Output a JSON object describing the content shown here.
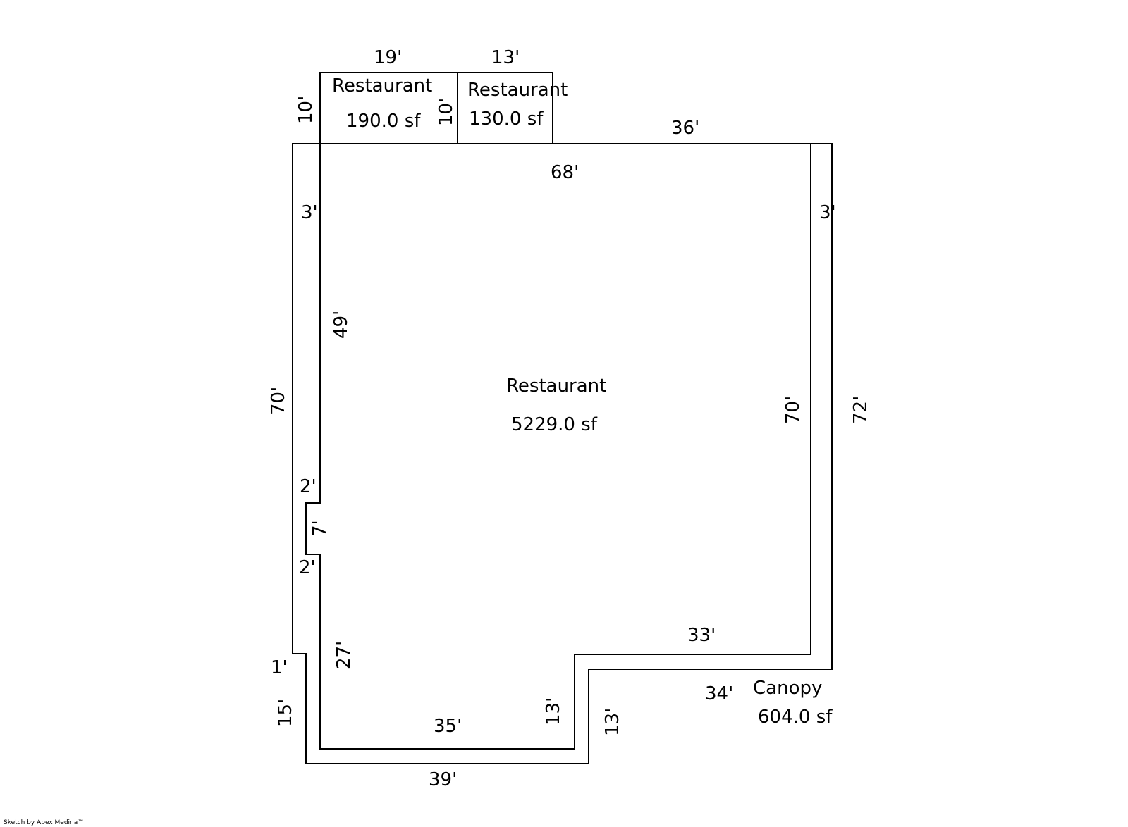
{
  "areas": {
    "main": {
      "name": "Restaurant",
      "area": "5229.0 sf"
    },
    "annex1": {
      "name": "Restaurant",
      "area": "190.0 sf"
    },
    "annex2": {
      "name": "Restaurant",
      "area": "130.0 sf"
    },
    "canopy": {
      "name": "Canopy",
      "area": "604.0 sf"
    }
  },
  "dimensions": {
    "annex1_width": "19'",
    "annex2_width": "13'",
    "annex1_height": "10'",
    "annex_divider_height": "10'",
    "main_top": "68'",
    "canopy_top": "36'",
    "canopy_left_width": "3'",
    "canopy_right_width": "3'",
    "main_left_upper": "49'",
    "canopy_left_outer": "70'",
    "main_right": "70'",
    "canopy_right_outer": "72'",
    "notch_top": "2'",
    "notch_depth": "7'",
    "notch_bottom": "2'",
    "canopy_jog": "1'",
    "canopy_left_lower": "15'",
    "main_left_lower": "27'",
    "main_step": "33'",
    "canopy_step": "34'",
    "main_inner_drop": "13'",
    "canopy_inner_drop": "13'",
    "main_bottom": "35'",
    "canopy_bottom": "39'"
  },
  "credit": "Sketch by Apex Medina™"
}
